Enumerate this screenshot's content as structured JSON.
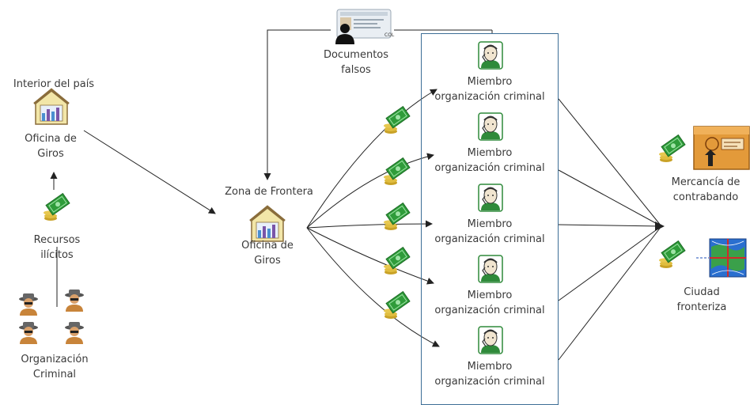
{
  "labels": {
    "interior": "Interior del país",
    "oficina_interior": [
      "Oficina de",
      "Giros"
    ],
    "recursos": [
      "Recursos",
      "ilícitos"
    ],
    "organizacion": [
      "Organización",
      "Criminal"
    ],
    "zona_frontera": "Zona de Frontera",
    "oficina_frontera": [
      "Oficina de",
      "Giros"
    ],
    "documentos": [
      "Documentos",
      "falsos"
    ],
    "miembro": [
      "Miembro",
      "organización criminal"
    ],
    "mercancia": [
      "Mercancía de",
      "contrabando"
    ],
    "ciudad": [
      "Ciudad",
      "fronteriza"
    ]
  },
  "members": [
    {
      "line1": "Miembro",
      "line2": "organización criminal"
    },
    {
      "line1": "Miembro",
      "line2": "organización criminal"
    },
    {
      "line1": "Miembro",
      "line2": "organización criminal"
    },
    {
      "line1": "Miembro",
      "line2": "organización criminal"
    },
    {
      "line1": "Miembro",
      "line2": "organización criminal"
    }
  ],
  "id_card": {
    "line": "COL"
  },
  "colors": {
    "box_border": "#3d6e96",
    "money_green": "#2f9c3a",
    "coin_gold": "#c9a227",
    "house_fill": "#f2e6a8",
    "house_roof": "#8a6d3b",
    "bars_purple": "#7a55a8",
    "bars_blue": "#4a8fd0",
    "face_green": "#2f8a3a",
    "arrow": "#222222"
  }
}
